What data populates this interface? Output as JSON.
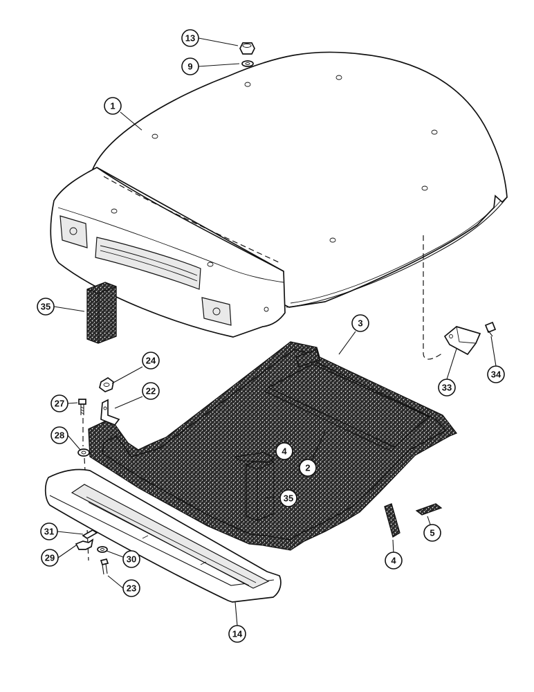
{
  "callouts": [
    {
      "id": "c13",
      "number": "13"
    },
    {
      "id": "c9",
      "number": "9"
    },
    {
      "id": "c1",
      "number": "1"
    },
    {
      "id": "c35a",
      "number": "35"
    },
    {
      "id": "c3",
      "number": "3"
    },
    {
      "id": "c24",
      "number": "24"
    },
    {
      "id": "c22",
      "number": "22"
    },
    {
      "id": "c27",
      "number": "27"
    },
    {
      "id": "c28",
      "number": "28"
    },
    {
      "id": "c4a",
      "number": "4"
    },
    {
      "id": "c2",
      "number": "2"
    },
    {
      "id": "c35b",
      "number": "35"
    },
    {
      "id": "c5",
      "number": "5"
    },
    {
      "id": "c4b",
      "number": "4"
    },
    {
      "id": "c31",
      "number": "31"
    },
    {
      "id": "c29",
      "number": "29"
    },
    {
      "id": "c30",
      "number": "30"
    },
    {
      "id": "c23",
      "number": "23"
    },
    {
      "id": "c14",
      "number": "14"
    },
    {
      "id": "c33",
      "number": "33"
    },
    {
      "id": "c34",
      "number": "34"
    }
  ]
}
